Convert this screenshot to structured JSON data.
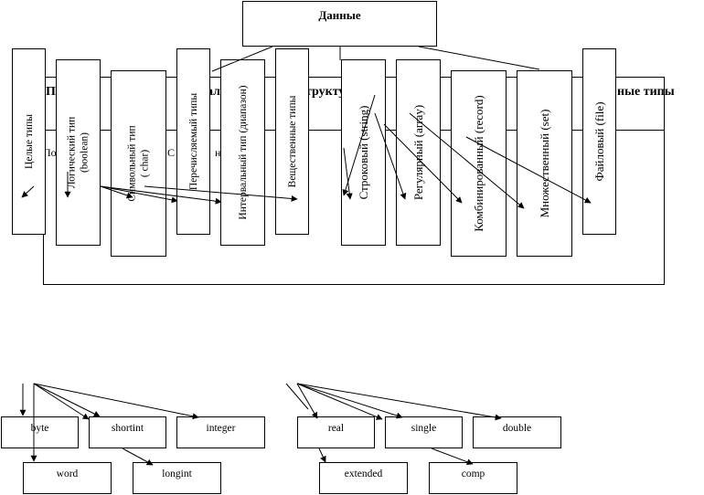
{
  "root": {
    "label": "Данные"
  },
  "partial_band": {
    "text_left": "Пр",
    "text_mid_left": "алые",
    "text_mid": "труктур",
    "text_right": "ные типы",
    "sub_left": "По",
    "sub_mid": "С",
    "sub_right": "ны"
  },
  "categories": [
    {
      "label": "Целые типы"
    },
    {
      "label": "Логический тип",
      "sub": "(boolean)"
    },
    {
      "label": "Символьный тип",
      "sub": "( char)"
    },
    {
      "label": "Перечисляемый типы"
    },
    {
      "label": "Интервальный тип (диапазон)"
    },
    {
      "label": "Вещественные типы"
    },
    {
      "label": "Строковый (string)"
    },
    {
      "label": "Регулярный (array)"
    },
    {
      "label": "Комбинированный (record)"
    },
    {
      "label": "Множественный (set)"
    },
    {
      "label": "Файловый (file)"
    }
  ],
  "integer_types": [
    "byte",
    "shortint",
    "integer",
    "word",
    "longint"
  ],
  "real_types": [
    "real",
    "single",
    "double",
    "extended",
    "comp"
  ]
}
